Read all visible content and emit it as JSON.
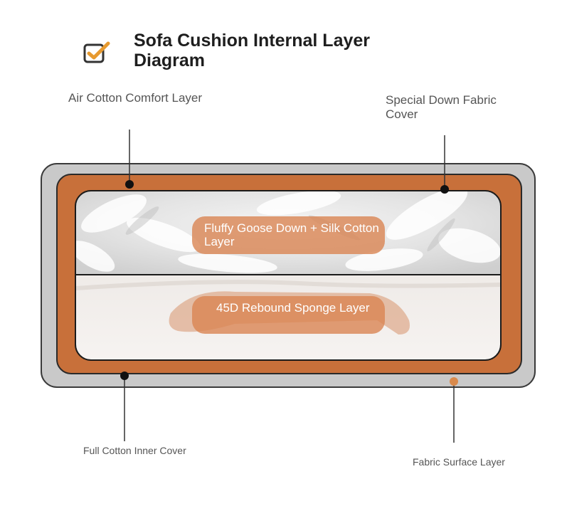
{
  "title": "Sofa Cushion Internal Layer Diagram",
  "labels": {
    "air_cotton": "Air Cotton Comfort Layer",
    "special_down": "Special Down Fabric Cover",
    "full_cotton": "Full Cotton Inner Cover",
    "fabric_surface": "Fabric Surface Layer"
  },
  "layers": {
    "goose_down": "Fluffy Goose Down + Silk Cotton Layer",
    "sponge": "45D Rebound Sponge Layer"
  },
  "colors": {
    "outer_shell": "#c9c9c9",
    "orange_cover": "#c8703a",
    "marker": "#111111",
    "accent_marker": "#d98a4c",
    "pill": "#da8452"
  },
  "icons": {
    "title": "checkbox-check-icon"
  }
}
